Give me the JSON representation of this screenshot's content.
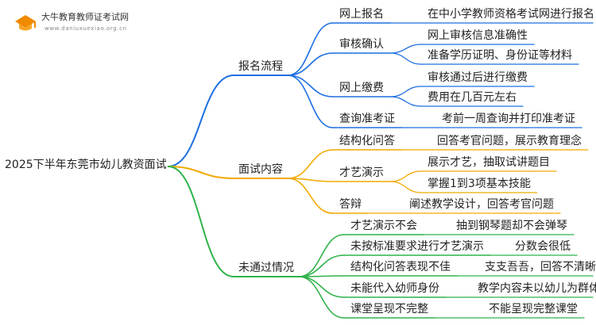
{
  "logo": {
    "title": "大牛教育教师证考试网",
    "url": "www.daniuxuexiao.org.cn"
  },
  "colors": {
    "blue": "#1e6fe0",
    "orange": "#f2a900",
    "green": "#2fb34a",
    "logo_orange": "#f08a00"
  },
  "root": "2025下半年东莞市幼儿教资面试",
  "branches": [
    {
      "label": "报名流程",
      "items": [
        {
          "label": "网上报名",
          "details": [
            "在中小学教师资格考试网进行报名"
          ]
        },
        {
          "label": "审核确认",
          "details": [
            "网上审核信息准确性",
            "准备学历证明、身份证等材料"
          ]
        },
        {
          "label": "网上缴费",
          "details": [
            "审核通过后进行缴费",
            "费用在几百元左右"
          ]
        },
        {
          "label": "查询准考证",
          "details": [
            "考前一周查询并打印准考证"
          ]
        }
      ]
    },
    {
      "label": "面试内容",
      "items": [
        {
          "label": "结构化问答",
          "details": [
            "回答考官问题，展示教育理念"
          ]
        },
        {
          "label": "才艺演示",
          "details": [
            "展示才艺，抽取试讲题目",
            "掌握1到3项基本技能"
          ]
        },
        {
          "label": "答辩",
          "details": [
            "阐述教学设计，回答考官问题"
          ]
        }
      ]
    },
    {
      "label": "未通过情况",
      "items": [
        {
          "label": "才艺演示不会",
          "details": [
            "抽到钢琴题却不会弹琴"
          ]
        },
        {
          "label": "未按标准要求进行才艺演示",
          "details": [
            "分数会很低"
          ]
        },
        {
          "label": "结构化问答表现不佳",
          "details": [
            "支支吾吾，回答不清晰"
          ]
        },
        {
          "label": "未能代入幼师身份",
          "details": [
            "教学内容未以幼儿为群体"
          ]
        },
        {
          "label": "课堂呈现不完整",
          "details": [
            "不能呈现完整课堂"
          ]
        }
      ]
    }
  ]
}
